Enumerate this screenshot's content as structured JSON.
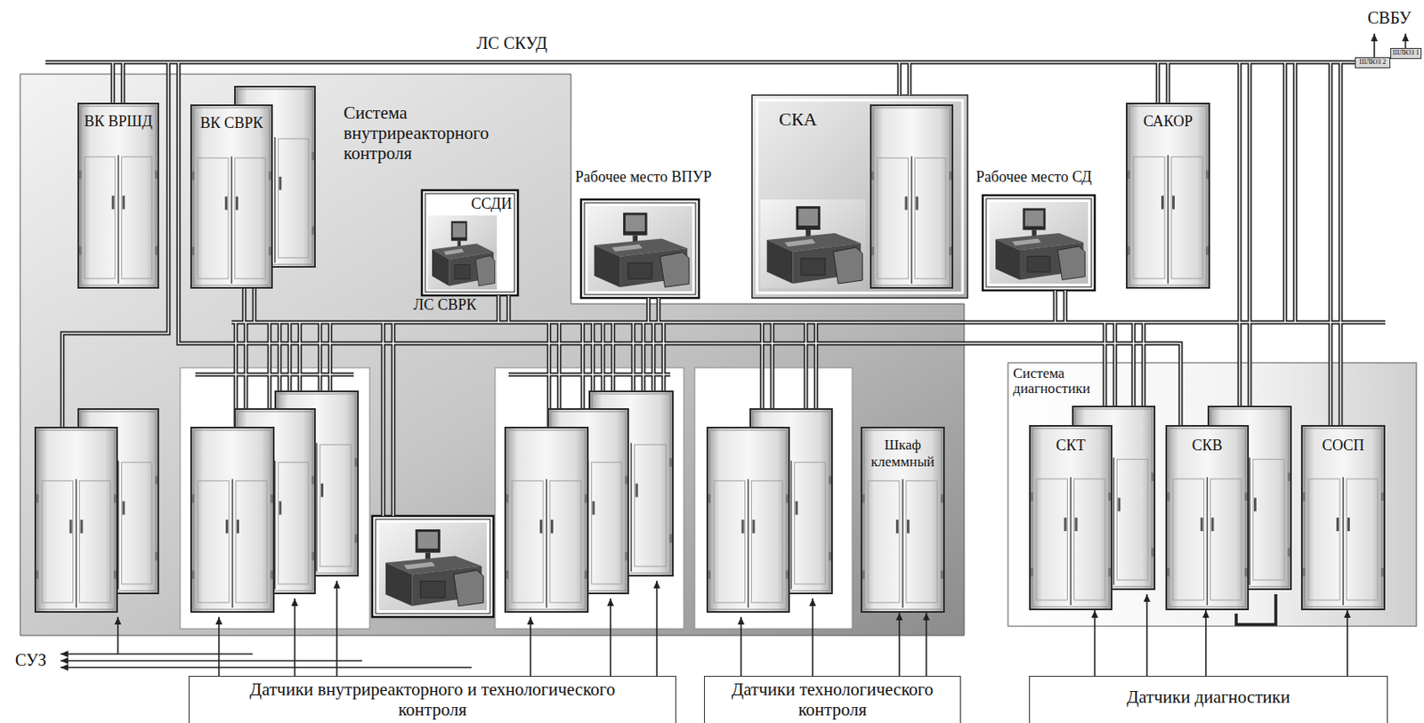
{
  "diagram": {
    "nodes": [
      {
        "text": [
          "Система внутриреакторного контроля"
        ]
      },
      {
        "text": [
          "ВК ВРШД"
        ],
        "in": 0
      },
      {
        "text": [
          "ВК СВРК"
        ],
        "in": 0
      },
      {
        "text": [
          "ССДИ"
        ],
        "in": 0
      },
      {
        "text": [
          "Рабочее место ВПУР"
        ]
      },
      {
        "text": [
          "СКА"
        ]
      },
      {
        "text": [
          "Рабочее место СД"
        ]
      },
      {
        "text": [
          "САКОР"
        ]
      },
      {
        "text": [
          "Шкаф клеммный"
        ],
        "in": 0
      },
      {
        "text": [
          "Система диагностики"
        ]
      },
      {
        "text": [
          "СКТ"
        ],
        "in": 9
      },
      {
        "text": [
          "СКВ"
        ],
        "in": 9
      },
      {
        "text": [
          "СОСП"
        ],
        "in": 9
      },
      {
        "text": [
          "Датчики внутриреакторного и технологического контроля"
        ]
      },
      {
        "text": [
          "Датчики технологического контроля"
        ]
      },
      {
        "text": [
          "Датчики диагностики"
        ]
      },
      {
        "text": [
          "ШЛЮЗ 2"
        ]
      },
      {
        "text": [
          "ШЛЮЗ 1"
        ]
      }
    ],
    "edges": [
      {
        "from": 15,
        "to": 10,
        "arrow": "to"
      },
      {
        "from": 15,
        "to": 11,
        "arrow": "to"
      },
      {
        "from": 15,
        "to": 12,
        "arrow": "to"
      },
      {
        "from": 14,
        "to": 8,
        "arrow": "to"
      },
      {
        "from": 14,
        "to": 8,
        "arrow": "to"
      }
    ],
    "labels": [
      "ЛС СКУД",
      "СВБУ",
      "ЛС СВРК",
      "СУЗ"
    ]
  }
}
